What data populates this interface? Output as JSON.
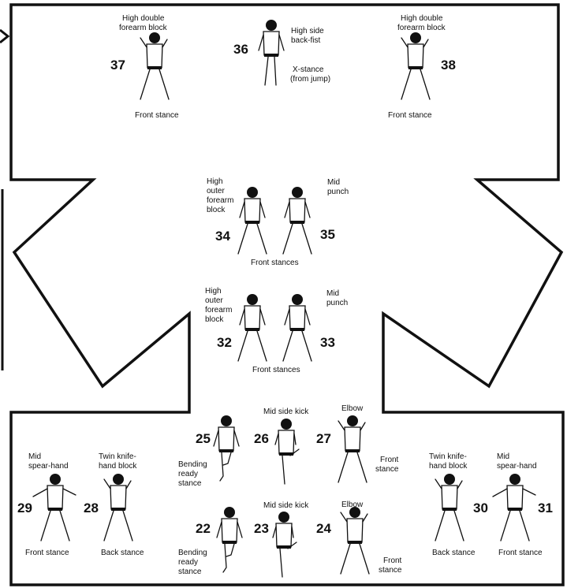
{
  "figures": [
    {
      "id": "37",
      "num": "37",
      "technique": "High double forearm block",
      "stance": "Front stance",
      "pose": "front"
    },
    {
      "id": "36",
      "num": "36",
      "technique": "High side back-fist",
      "stance": "X-stance (from jump)",
      "pose": "side"
    },
    {
      "id": "38",
      "num": "38",
      "technique": "High double forearm block",
      "stance": "Front stance",
      "pose": "front-r"
    },
    {
      "id": "34",
      "num": "34",
      "technique": "High outer forearm block",
      "stance": "",
      "pose": "back"
    },
    {
      "id": "35",
      "num": "35",
      "technique": "Mid punch",
      "stance": "",
      "pose": "back"
    },
    {
      "id": "32",
      "num": "32",
      "technique": "High outer forearm block",
      "stance": "",
      "pose": "back"
    },
    {
      "id": "33",
      "num": "33",
      "technique": "Mid punch",
      "stance": "",
      "pose": "back"
    },
    {
      "id": "25",
      "num": "25",
      "technique": "",
      "stance": "Bending ready stance",
      "pose": "bend"
    },
    {
      "id": "26",
      "num": "26",
      "technique": "Mid side kick",
      "stance": "",
      "pose": "kick"
    },
    {
      "id": "27",
      "num": "27",
      "technique": "Elbow",
      "stance": "Front stance",
      "pose": "front"
    },
    {
      "id": "29",
      "num": "29",
      "technique": "Mid spear-hand",
      "stance": "Front stance",
      "pose": "spear"
    },
    {
      "id": "28",
      "num": "28",
      "technique": "Twin knife-hand block",
      "stance": "Back stance",
      "pose": "twin"
    },
    {
      "id": "22",
      "num": "22",
      "technique": "",
      "stance": "Bending ready stance",
      "pose": "bend"
    },
    {
      "id": "23",
      "num": "23",
      "technique": "Mid side kick",
      "stance": "",
      "pose": "kick"
    },
    {
      "id": "24",
      "num": "24",
      "technique": "Elbow",
      "stance": "Front stance",
      "pose": "front"
    },
    {
      "id": "30",
      "num": "30",
      "technique": "Twin knife-hand block",
      "stance": "Back stance",
      "pose": "twin"
    },
    {
      "id": "31",
      "num": "31",
      "technique": "Mid spear-hand",
      "stance": "Front stance",
      "pose": "spear"
    }
  ],
  "group_labels": {
    "front_stances_upper": "Front stances",
    "front_stances_lower": "Front stances"
  },
  "colors": {
    "line": "#111111",
    "background": "#ffffff"
  }
}
